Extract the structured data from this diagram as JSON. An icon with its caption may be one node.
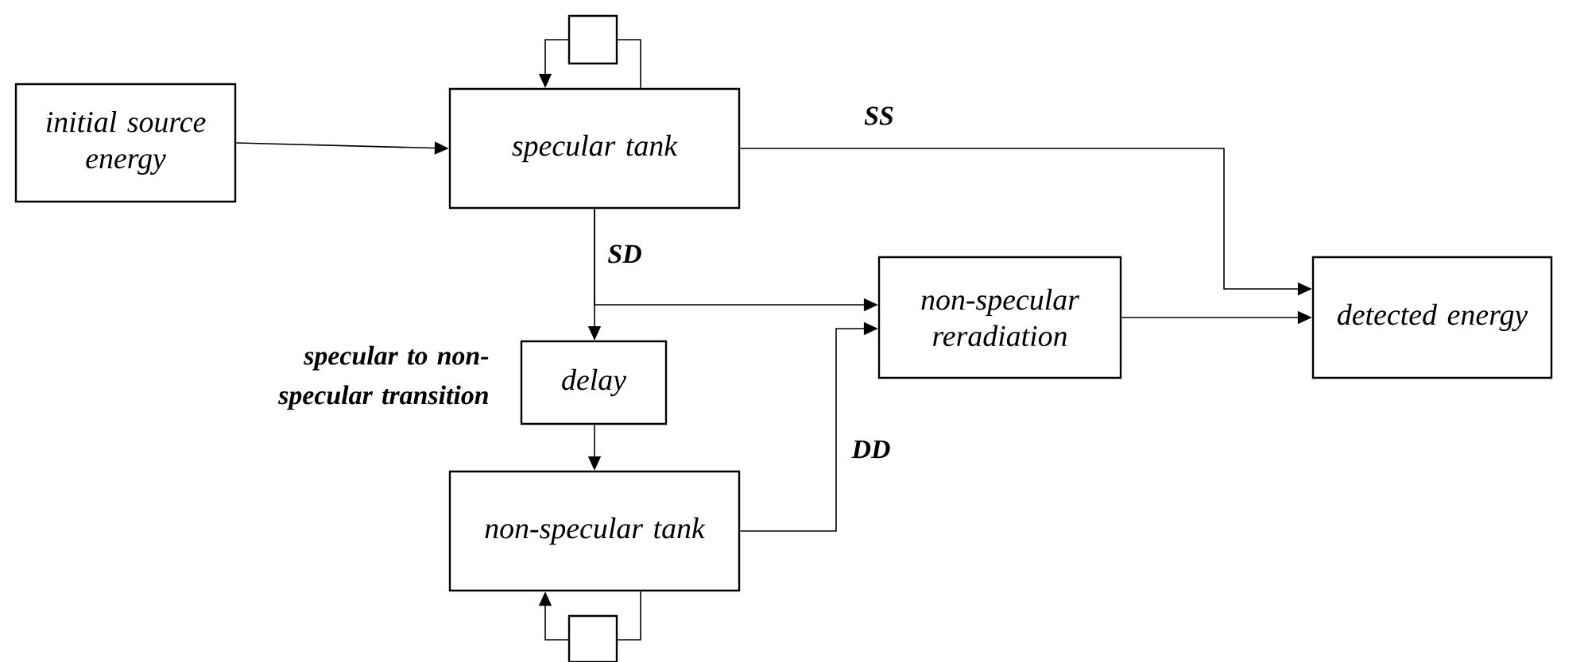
{
  "diagram": {
    "nodes": [
      {
        "text": [
          "initial source energy"
        ]
      },
      {
        "text": [
          "specular tank"
        ]
      },
      {
        "text": [],
        "shape": "box"
      },
      {
        "text": [
          "delay"
        ],
        "beside": [
          "specular to non-specular transition"
        ]
      },
      {
        "text": [
          "non-specular tank"
        ]
      },
      {
        "text": [],
        "shape": "box"
      },
      {
        "text": [
          "non-specular reradiation"
        ]
      },
      {
        "text": [
          "detected energy"
        ]
      }
    ],
    "edges": [
      {
        "from": 0,
        "to": 1,
        "arrow": "to"
      },
      {
        "from": 1,
        "to": 2,
        "arrow": "none"
      },
      {
        "from": 2,
        "to": 1,
        "arrow": "to"
      },
      {
        "from": 1,
        "to": 7,
        "arrow": "to",
        "label": "SS"
      },
      {
        "from": 1,
        "to": 3,
        "arrow": "to",
        "label": "SD"
      },
      {
        "from": 1,
        "to": 6,
        "arrow": "to"
      },
      {
        "from": 3,
        "to": 4,
        "arrow": "to"
      },
      {
        "from": 4,
        "to": 6,
        "arrow": "to",
        "label": "DD"
      },
      {
        "from": 4,
        "to": 5,
        "arrow": "none"
      },
      {
        "from": 5,
        "to": 4,
        "arrow": "to"
      },
      {
        "from": 6,
        "to": 7,
        "arrow": "to"
      }
    ]
  }
}
